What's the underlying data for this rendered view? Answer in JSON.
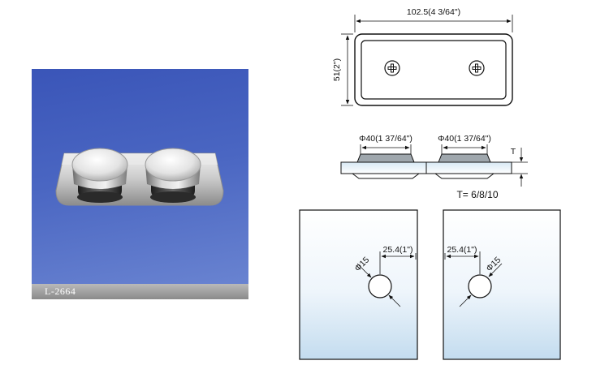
{
  "product": {
    "model_label": "L-2664"
  },
  "top_view": {
    "width_label": "102.5(4  3/64\")",
    "height_label": "51(2\")"
  },
  "side_view": {
    "knob_left_label": "Φ40(1 37/64\")",
    "knob_right_label": "Φ40(1 37/64\")",
    "thickness_symbol": "T",
    "thickness_label": "T= 6/8/10"
  },
  "glass_left": {
    "offset_label": "25.4(1\")",
    "hole_label": "Φ15"
  },
  "glass_right": {
    "offset_label": "25.4(1\")",
    "hole_label": "Φ15"
  }
}
